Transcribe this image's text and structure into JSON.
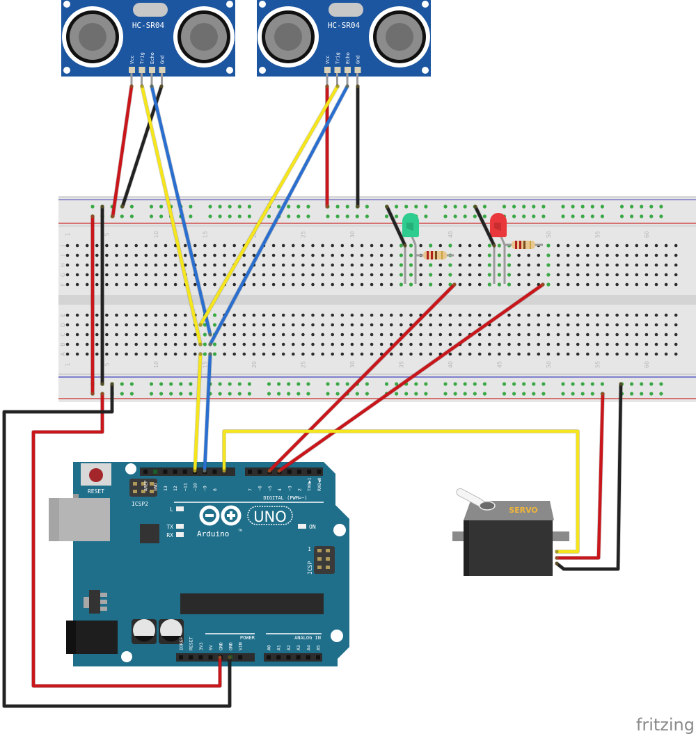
{
  "sensors": [
    {
      "id": "sensor-left",
      "label": "HC-SR04",
      "pins": [
        "Vcc",
        "Trig",
        "Echo",
        "Gnd"
      ]
    },
    {
      "id": "sensor-right",
      "label": "HC-SR04",
      "pins": [
        "Vcc",
        "Trig",
        "Echo",
        "Gnd"
      ]
    }
  ],
  "breadboard": {
    "row_labels_top": [
      "J",
      "I",
      "H",
      "G",
      "F"
    ],
    "row_labels_bottom": [
      "E",
      "D",
      "C",
      "B",
      "A"
    ],
    "column_numbers": [
      "1",
      "5",
      "10",
      "15",
      "20",
      "25",
      "30",
      "35",
      "40",
      "45",
      "50",
      "55",
      "60"
    ]
  },
  "leds": [
    {
      "id": "led-green",
      "color": "green",
      "hex": "#2ecc8f"
    },
    {
      "id": "led-red",
      "color": "red",
      "hex": "#e8383b"
    }
  ],
  "arduino": {
    "brand": "Arduino",
    "model": "UNO",
    "tm": "TM",
    "reset_label": "RESET",
    "icsp2_label": "ICSP2",
    "icsp_label": "ICSP",
    "icsp_pin1": "1",
    "digital_label": "DIGITAL (PWM=~)",
    "power_label": "POWER",
    "analog_label": "ANALOG IN",
    "on_label": "ON",
    "led_labels": [
      "L",
      "TX",
      "RX"
    ],
    "digital_pins_left": [
      "AREF",
      "GND",
      "13",
      "12",
      "~11",
      "~10",
      "~9",
      "8"
    ],
    "digital_pins_right": [
      "7",
      "~6",
      "~5",
      "4",
      "~3",
      "2",
      "TX0▶1",
      "RX0◀0"
    ],
    "power_pins": [
      "IOREF",
      "RESET",
      "3V3",
      "5V",
      "GND",
      "GND",
      "VIN"
    ],
    "analog_pins": [
      "A0",
      "A1",
      "A2",
      "A3",
      "A4",
      "A5"
    ]
  },
  "servo": {
    "label": "SERVO"
  },
  "watermark": "fritzing",
  "colors": {
    "pcb_blue": "#1f6f8b",
    "sensor_blue": "#1c56a0",
    "wire_red": "#c8161b",
    "wire_black": "#222222",
    "wire_yellow": "#f5e51c",
    "wire_blue": "#2a6fcf",
    "breadboard": "#e6e6e6",
    "servo_label": "#f0b53a"
  }
}
